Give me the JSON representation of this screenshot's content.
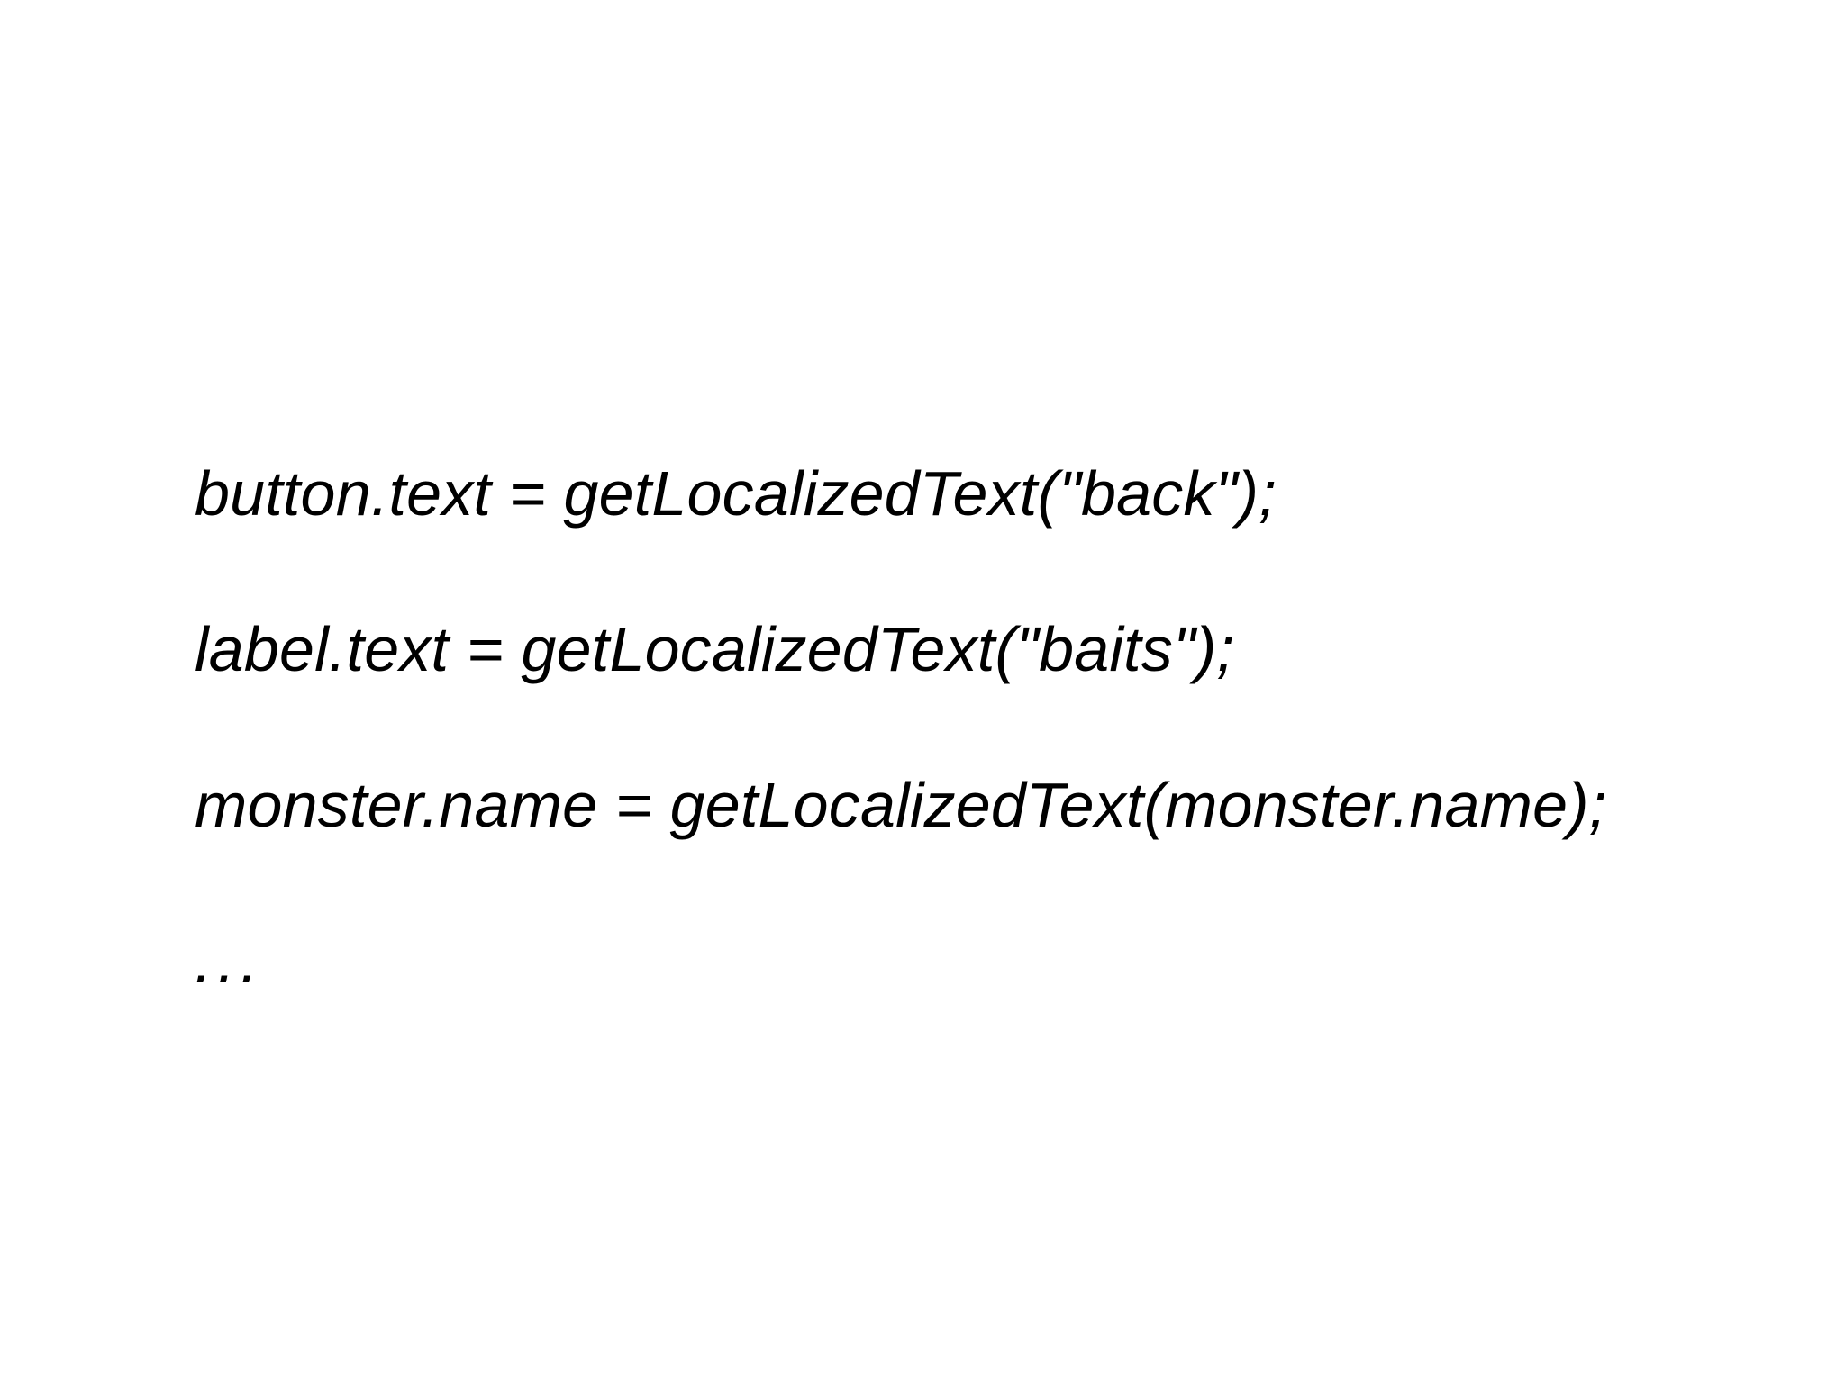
{
  "slide": {
    "background_color": "#ffffff",
    "text_color": "#000000"
  },
  "code_snippet": {
    "language_style": "pseudo-code",
    "lines": [
      "button.text = getLocalizedText(\"back\");",
      "label.text = getLocalizedText(\"baits\");",
      "monster.name = getLocalizedText(monster.name);",
      "..."
    ],
    "line_1": "button.text = getLocalizedText(\"back\");",
    "line_2": "label.text = getLocalizedText(\"baits\");",
    "line_3": "monster.name = getLocalizedText(monster.name);",
    "line_4": "..."
  }
}
